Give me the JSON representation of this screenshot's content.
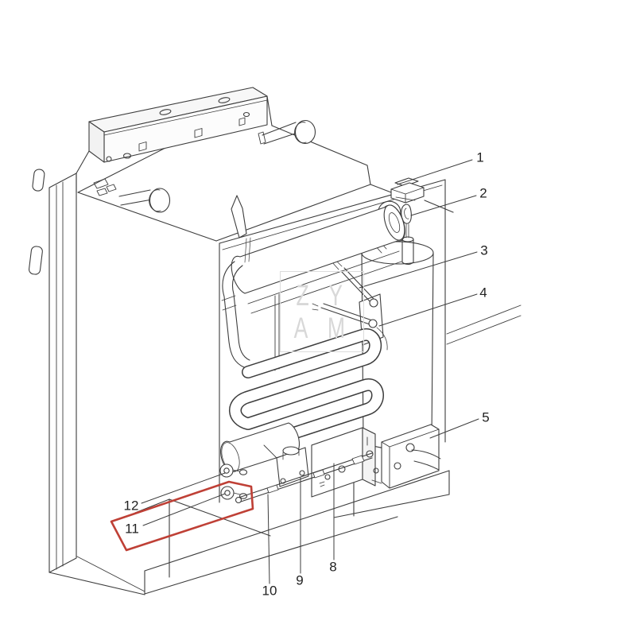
{
  "figure": {
    "kind": "technical parts line drawing",
    "subject": "Refrigerator absorption cooling unit, rear view, numbered parts",
    "background_color": "#ffffff",
    "line_color": "#3d3d3d",
    "callouts": [
      {
        "label": "1"
      },
      {
        "label": "2"
      },
      {
        "label": "3"
      },
      {
        "label": "4"
      },
      {
        "label": "5"
      },
      {
        "label": "8"
      },
      {
        "label": "9"
      },
      {
        "label": "10"
      },
      {
        "label": "11"
      },
      {
        "label": "12"
      }
    ],
    "highlight_box": {
      "color": "#bf4036",
      "encloses_callouts": [
        "11",
        "12"
      ]
    },
    "watermark": {
      "line1": "ZY",
      "line2": "AM",
      "color": "#d8d8d8"
    }
  }
}
